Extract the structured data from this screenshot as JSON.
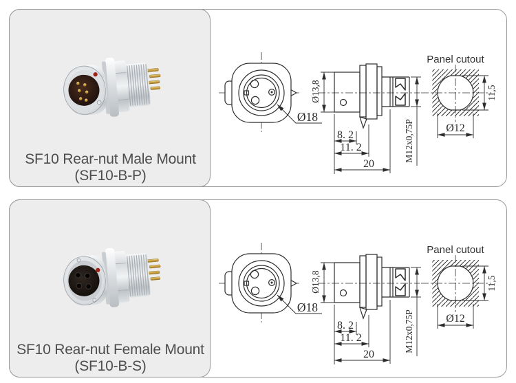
{
  "colors": {
    "card_border": "#9a9a9a",
    "panel_bg": "#ededed",
    "line": "#2d2d2d",
    "title": "#4d4d4d",
    "red_dot": "#9c2418",
    "gold": "#caa045"
  },
  "cards": [
    {
      "title_line1": "SF10 Rear-nut Male Mount",
      "title_line2": "(SF10-B-P)"
    },
    {
      "title_line1": "SF10 Rear-nut Female Mount",
      "title_line2": "(SF10-B-S)"
    }
  ],
  "drawing": {
    "panel_cutout_label": "Panel cutout",
    "front_diameter": "Ø18",
    "body_diameter": "Ø13,8",
    "dim_rear_body": "8. 2",
    "dim_body_flange": "11. 2",
    "dim_total": "20",
    "thread_spec": "M12x0,75P",
    "cutout_diameter": "Ø12",
    "cutout_height": "11,5"
  }
}
